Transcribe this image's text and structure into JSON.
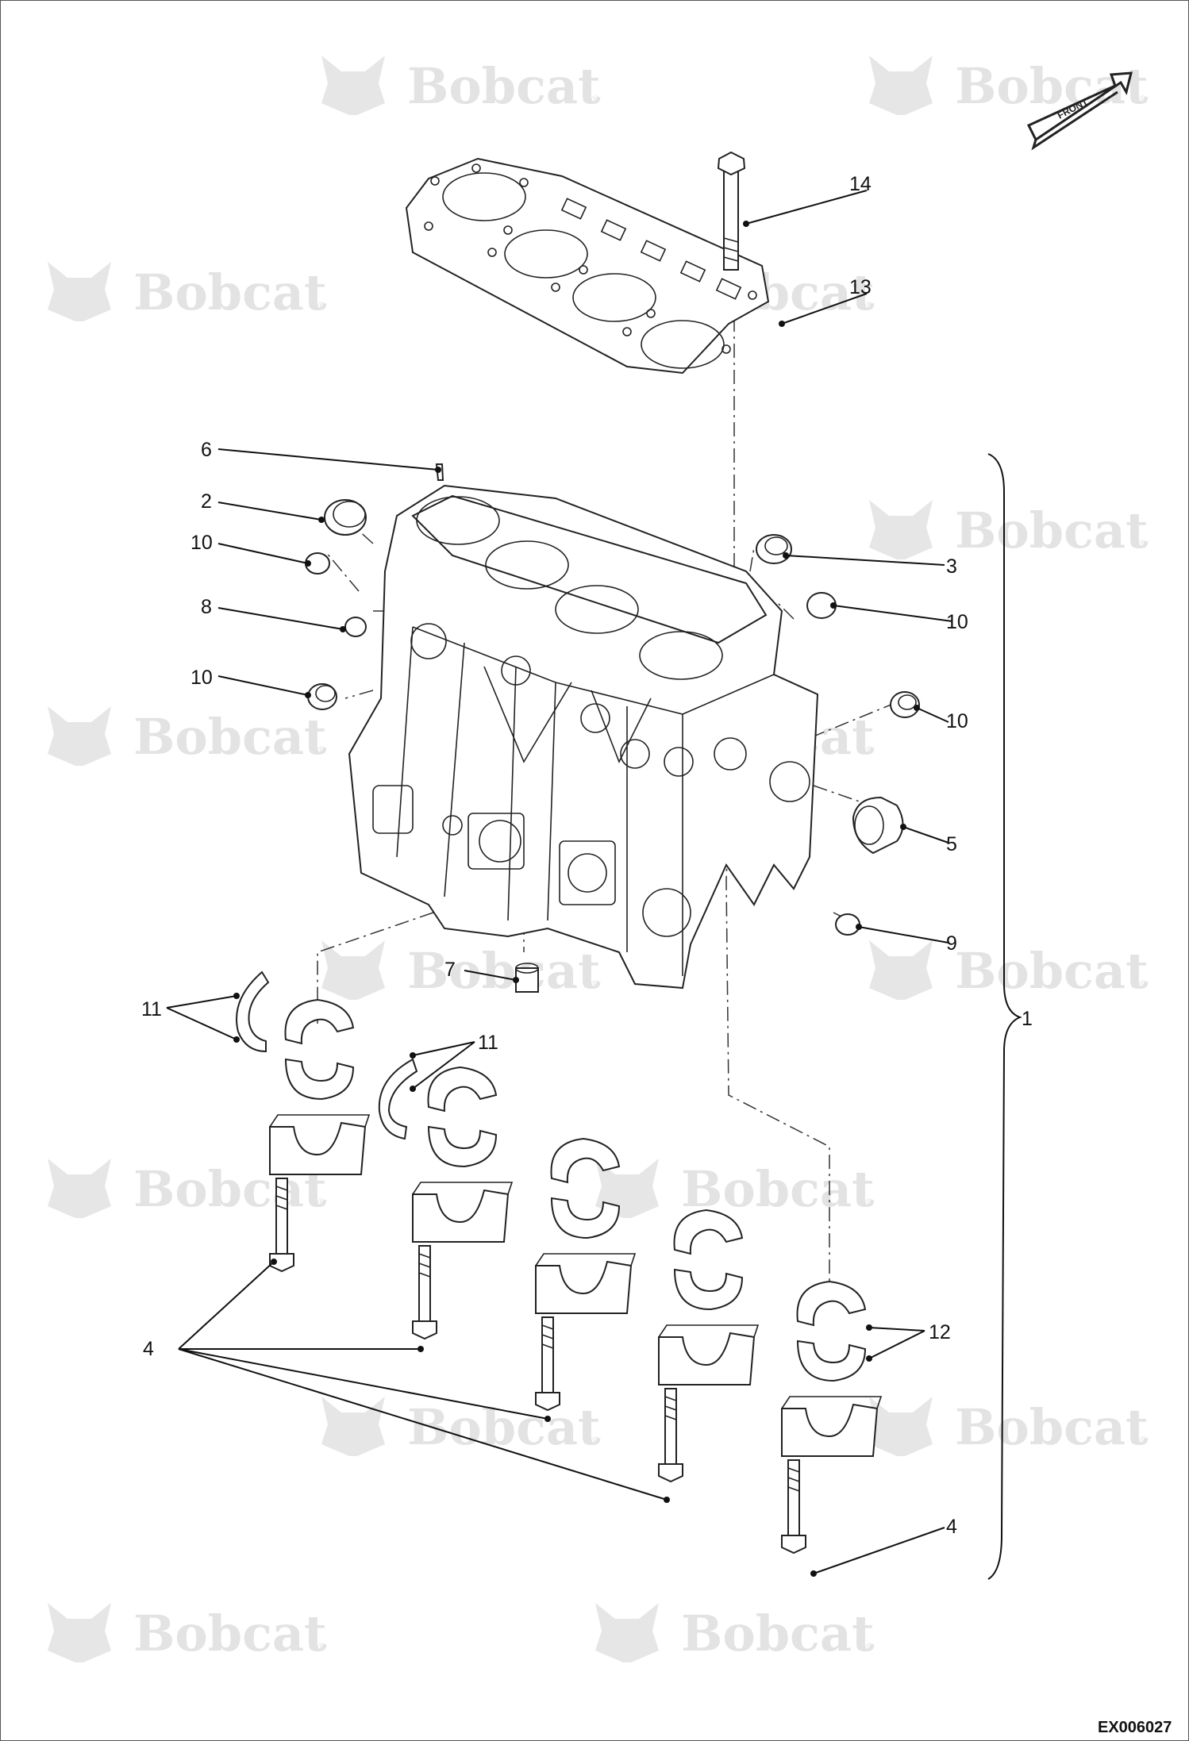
{
  "watermark": {
    "brand": "Bobcat",
    "registered": "®"
  },
  "front_indicator": {
    "label": "FRONT"
  },
  "drawing_code": "EX006027",
  "callouts": [
    {
      "id": "c14",
      "label": "14"
    },
    {
      "id": "c13",
      "label": "13"
    },
    {
      "id": "c6",
      "label": "6"
    },
    {
      "id": "c2",
      "label": "2"
    },
    {
      "id": "c10a",
      "label": "10"
    },
    {
      "id": "c8",
      "label": "8"
    },
    {
      "id": "c10b",
      "label": "10"
    },
    {
      "id": "c3",
      "label": "3"
    },
    {
      "id": "c10c",
      "label": "10"
    },
    {
      "id": "c10d",
      "label": "10"
    },
    {
      "id": "c5",
      "label": "5"
    },
    {
      "id": "c9",
      "label": "9"
    },
    {
      "id": "c7",
      "label": "7"
    },
    {
      "id": "c1",
      "label": "1"
    },
    {
      "id": "c11a",
      "label": "11"
    },
    {
      "id": "c11b",
      "label": "11"
    },
    {
      "id": "c12",
      "label": "12"
    },
    {
      "id": "c4a",
      "label": "4"
    },
    {
      "id": "c4b",
      "label": "4"
    }
  ]
}
